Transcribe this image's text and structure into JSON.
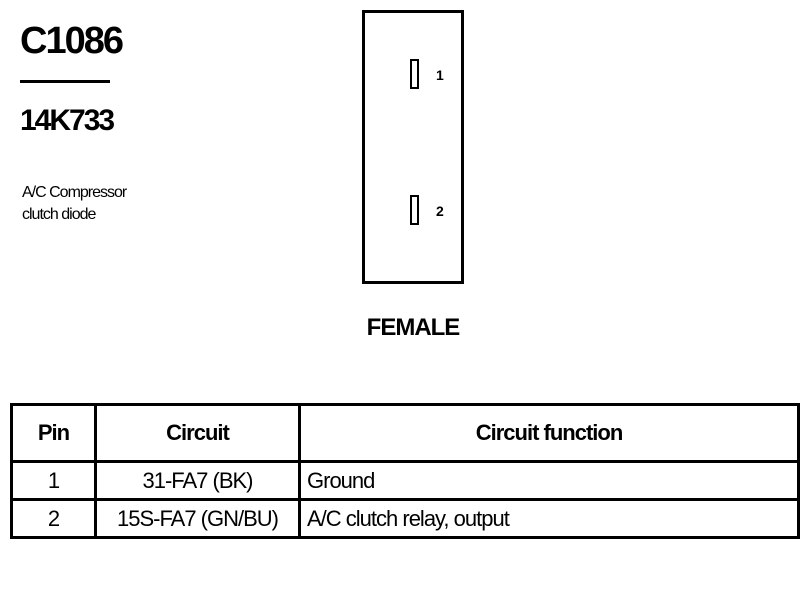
{
  "connector": {
    "id": "C1086",
    "part_number": "14K733",
    "description_lines": [
      "A/C Compressor",
      "clutch diode"
    ],
    "gender": "FEMALE",
    "cavities": [
      "1",
      "2"
    ]
  },
  "pin_table": {
    "headers": {
      "pin": "Pin",
      "circuit": "Circuit",
      "function": "Circuit function"
    },
    "rows": [
      {
        "pin": "1",
        "circuit": "31-FA7 (BK)",
        "function": "Ground"
      },
      {
        "pin": "2",
        "circuit": "15S-FA7 (GN/BU)",
        "function": "A/C clutch relay, output"
      }
    ]
  }
}
